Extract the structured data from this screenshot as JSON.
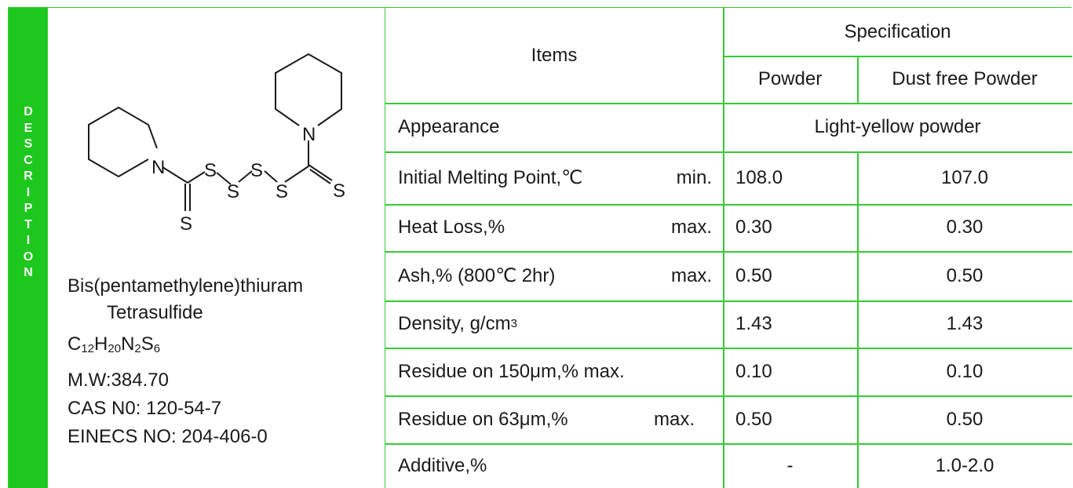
{
  "sidebar": {
    "letters": [
      "D",
      "E",
      "S",
      "C",
      "R",
      "I",
      "P",
      "T",
      "I",
      "O",
      "N"
    ],
    "color": "#1cc81c"
  },
  "structure_atoms": {
    "n": "N",
    "s": "S"
  },
  "compound": {
    "name_line1": "Bis(pentamethylene)thiuram",
    "name_line2": "Tetrasulfide",
    "formula": {
      "c": "C",
      "c_n": "12",
      "h": "H",
      "h_n": "20",
      "n": "N",
      "n_n": "2",
      "s": "S",
      "s_n": "6"
    },
    "mw": "M.W:384.70",
    "cas": "CAS N0: 120-54-7",
    "einecs": "EINECS NO: 204-406-0"
  },
  "table": {
    "header_items": "Items",
    "header_spec": "Specification",
    "col_powder": "Powder",
    "col_dust_free": "Dust free Powder",
    "rows": [
      {
        "item": "Appearance",
        "limit": "",
        "merged": "Light-yellow powder"
      },
      {
        "item": "Initial Melting Point,℃",
        "limit": "min.",
        "powder": "108.0",
        "dust_free": "107.0"
      },
      {
        "item": "Heat Loss,%",
        "limit": "max.",
        "powder": "0.30",
        "dust_free": "0.30"
      },
      {
        "item": "Ash,% (800℃ 2hr)",
        "limit": "max.",
        "powder": "0.50",
        "dust_free": "0.50"
      },
      {
        "item": "Density, g/cm",
        "item_sup": "3",
        "limit": "",
        "powder": "1.43",
        "dust_free": "1.43"
      },
      {
        "item": "Residue on 150μm,% max.",
        "limit": "",
        "powder": "0.10",
        "dust_free": "0.10"
      },
      {
        "item": "Residue on 63μm,%",
        "limit": "max.",
        "powder": "0.50",
        "dust_free": "0.50"
      },
      {
        "item": "Additive,%",
        "limit": "",
        "powder": "-",
        "dust_free": "1.0-2.0"
      }
    ]
  },
  "colors": {
    "border": "#33cc33",
    "bar": "#1cc81c",
    "text": "#1a1a1a"
  }
}
